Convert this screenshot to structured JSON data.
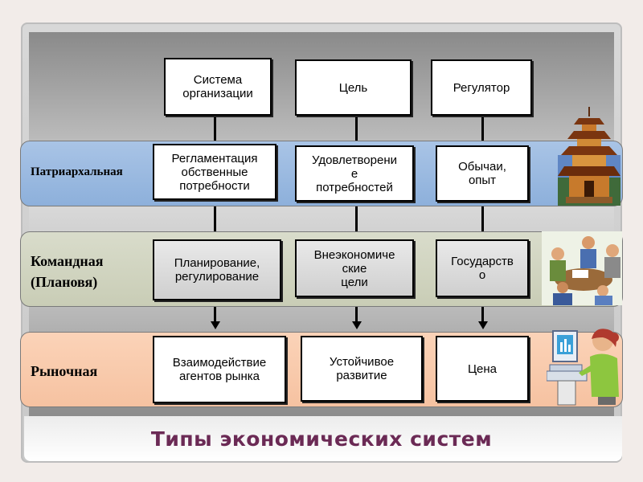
{
  "headers": [
    {
      "text": "Система\nорганизации"
    },
    {
      "text": "Цель"
    },
    {
      "text": "Регулятор"
    }
  ],
  "rows": [
    {
      "label": "Патриархальная",
      "cells": [
        "Регламентация\nобственные\nпотребности",
        "Удовлетворени\nе\nпотребностей",
        "Обычаи,\nопыт"
      ]
    },
    {
      "label": "Командная\n(Плановя)",
      "cells": [
        "Планирование,\nрегулирование",
        "Внеэкономиче\nские\nцели",
        "Государств\nо"
      ]
    },
    {
      "label": "Рыночная",
      "cells": [
        "Взаимодействие\nагентов рынка",
        "Устойчивое\nразвитие",
        "Цена"
      ]
    }
  ],
  "title": "Типы экономических систем",
  "icons": [
    "pagoda-icon",
    "meeting-people-icon",
    "computer-user-icon"
  ]
}
